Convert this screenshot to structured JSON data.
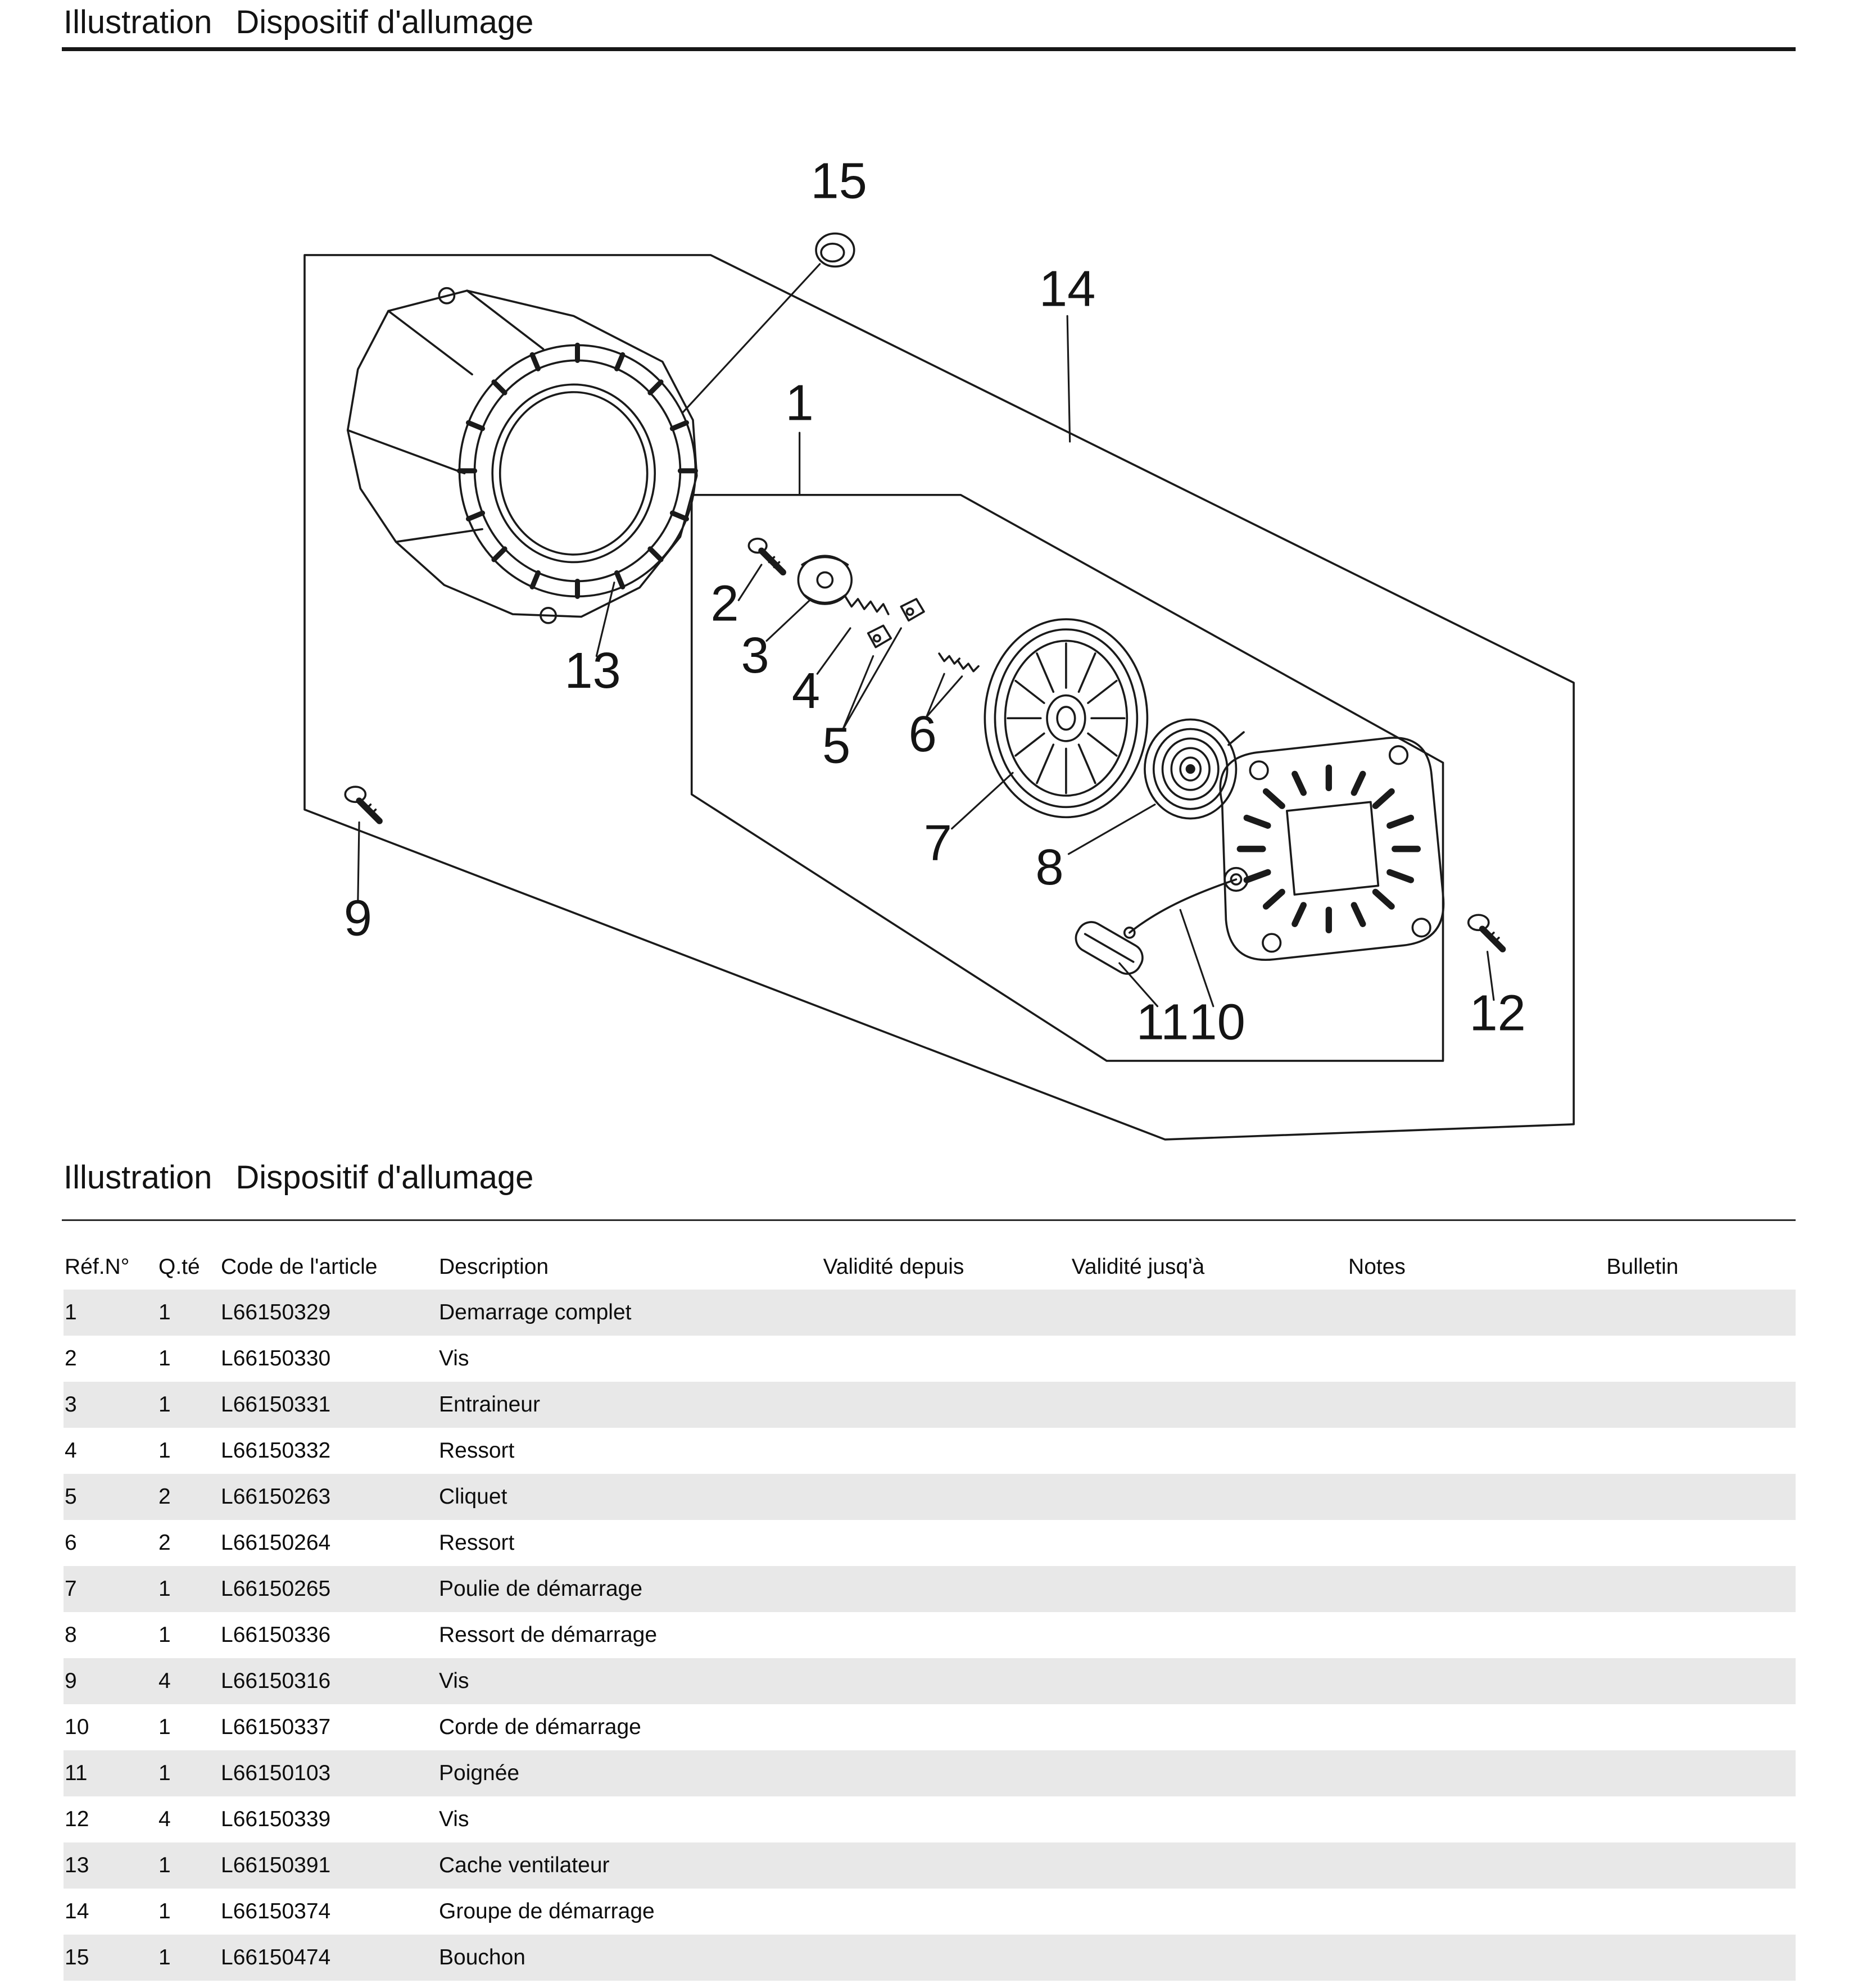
{
  "page": {
    "title_label": "Illustration",
    "title_subject": "Dispositif d'allumage"
  },
  "section": {
    "title_label": "Illustration",
    "title_subject": "Dispositif d'allumage"
  },
  "diagram": {
    "callouts": [
      "1",
      "2",
      "3",
      "4",
      "5",
      "6",
      "7",
      "8",
      "9",
      "10",
      "11",
      "12",
      "13",
      "14",
      "15"
    ]
  },
  "table": {
    "headers": [
      "Réf.N°",
      "Q.té",
      "Code de l'article",
      "Description",
      "Validité depuis",
      "Validité jusq'à",
      "Notes",
      "Bulletin"
    ],
    "rows": [
      {
        "ref": "1",
        "qty": "1",
        "code": "L66150329",
        "description": "Demarrage complet",
        "valid_from": "",
        "valid_to": "",
        "notes": "",
        "bulletin": ""
      },
      {
        "ref": "2",
        "qty": "1",
        "code": "L66150330",
        "description": "Vis",
        "valid_from": "",
        "valid_to": "",
        "notes": "",
        "bulletin": ""
      },
      {
        "ref": "3",
        "qty": "1",
        "code": "L66150331",
        "description": "Entraineur",
        "valid_from": "",
        "valid_to": "",
        "notes": "",
        "bulletin": ""
      },
      {
        "ref": "4",
        "qty": "1",
        "code": "L66150332",
        "description": "Ressort",
        "valid_from": "",
        "valid_to": "",
        "notes": "",
        "bulletin": ""
      },
      {
        "ref": "5",
        "qty": "2",
        "code": "L66150263",
        "description": "Cliquet",
        "valid_from": "",
        "valid_to": "",
        "notes": "",
        "bulletin": ""
      },
      {
        "ref": "6",
        "qty": "2",
        "code": "L66150264",
        "description": "Ressort",
        "valid_from": "",
        "valid_to": "",
        "notes": "",
        "bulletin": ""
      },
      {
        "ref": "7",
        "qty": "1",
        "code": "L66150265",
        "description": "Poulie de démarrage",
        "valid_from": "",
        "valid_to": "",
        "notes": "",
        "bulletin": ""
      },
      {
        "ref": "8",
        "qty": "1",
        "code": "L66150336",
        "description": "Ressort de démarrage",
        "valid_from": "",
        "valid_to": "",
        "notes": "",
        "bulletin": ""
      },
      {
        "ref": "9",
        "qty": "4",
        "code": "L66150316",
        "description": "Vis",
        "valid_from": "",
        "valid_to": "",
        "notes": "",
        "bulletin": ""
      },
      {
        "ref": "10",
        "qty": "1",
        "code": "L66150337",
        "description": "Corde de démarrage",
        "valid_from": "",
        "valid_to": "",
        "notes": "",
        "bulletin": ""
      },
      {
        "ref": "11",
        "qty": "1",
        "code": "L66150103",
        "description": "Poignée",
        "valid_from": "",
        "valid_to": "",
        "notes": "",
        "bulletin": ""
      },
      {
        "ref": "12",
        "qty": "4",
        "code": "L66150339",
        "description": "Vis",
        "valid_from": "",
        "valid_to": "",
        "notes": "",
        "bulletin": ""
      },
      {
        "ref": "13",
        "qty": "1",
        "code": "L66150391",
        "description": "Cache ventilateur",
        "valid_from": "",
        "valid_to": "",
        "notes": "",
        "bulletin": ""
      },
      {
        "ref": "14",
        "qty": "1",
        "code": "L66150374",
        "description": "Groupe de démarrage",
        "valid_from": "",
        "valid_to": "",
        "notes": "",
        "bulletin": ""
      },
      {
        "ref": "15",
        "qty": "1",
        "code": "L66150474",
        "description": "Bouchon",
        "valid_from": "",
        "valid_to": "",
        "notes": "",
        "bulletin": ""
      }
    ]
  }
}
